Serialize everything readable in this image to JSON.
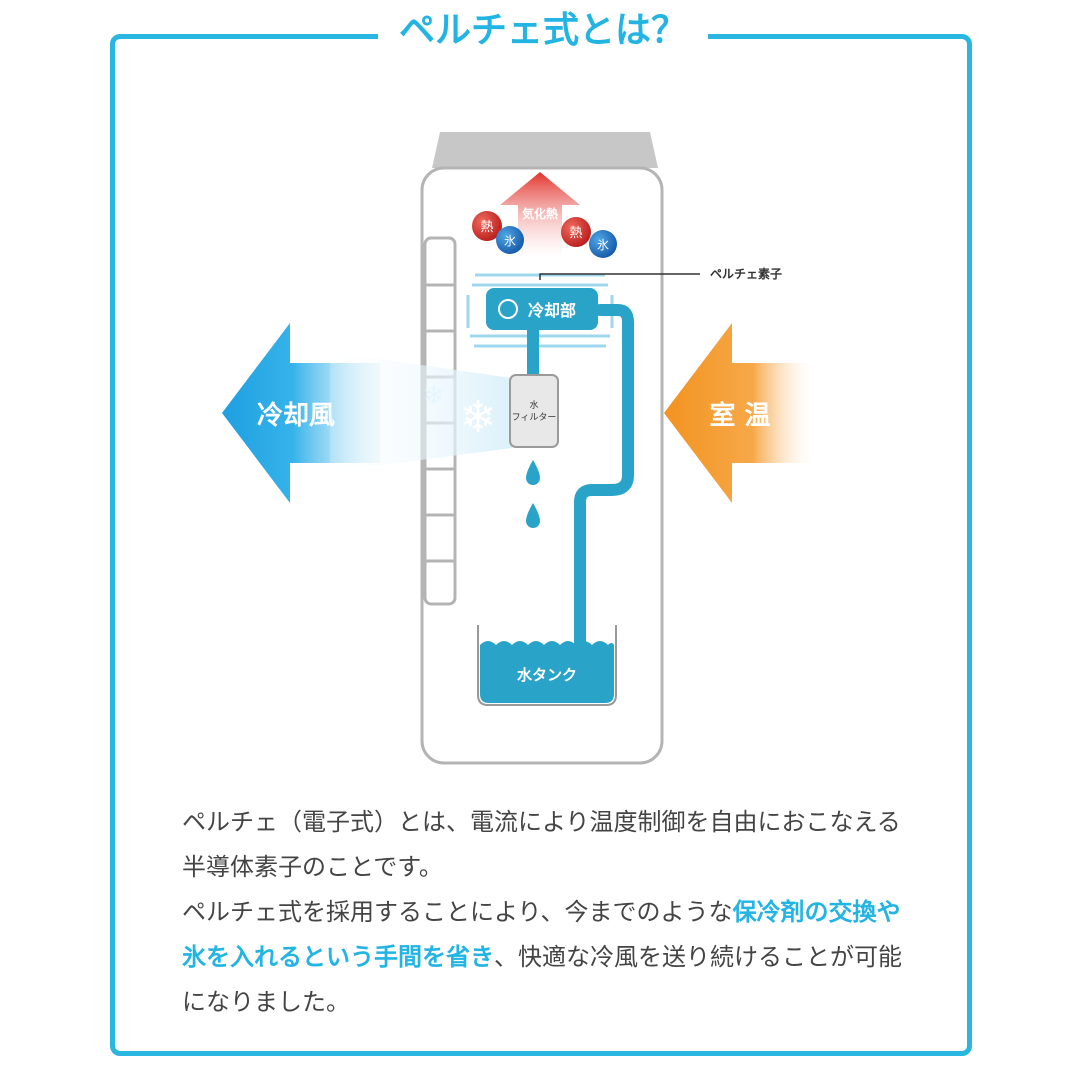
{
  "title": "ペルチェ式とは？",
  "diagram": {
    "heat_label": "気化熱",
    "heat_ball": "熱",
    "ice_ball": "氷",
    "peltier_label": "ペルチェ素子",
    "cooling_label": "冷却部",
    "filter_label_1": "水",
    "filter_label_2": "フィルター",
    "tank_label": "水タンク",
    "cold_air_label": "冷却風",
    "room_temp_label": "室 温",
    "colors": {
      "accent": "#22b4e3",
      "heat": "#e2332d",
      "room": "#f39320",
      "pipe": "#2aa3c9"
    }
  },
  "description": {
    "p1": "ペルチェ（電子式）とは、電流により温度制御を自由におこなえる半導体素子のことです。",
    "p2_a": "ペルチェ式を採用することにより、今までのような",
    "p2_highlight": "保冷剤の交換や氷を入れるという手間を省き",
    "p2_b": "、快適な冷風を送り続けることが可能になりました。"
  }
}
